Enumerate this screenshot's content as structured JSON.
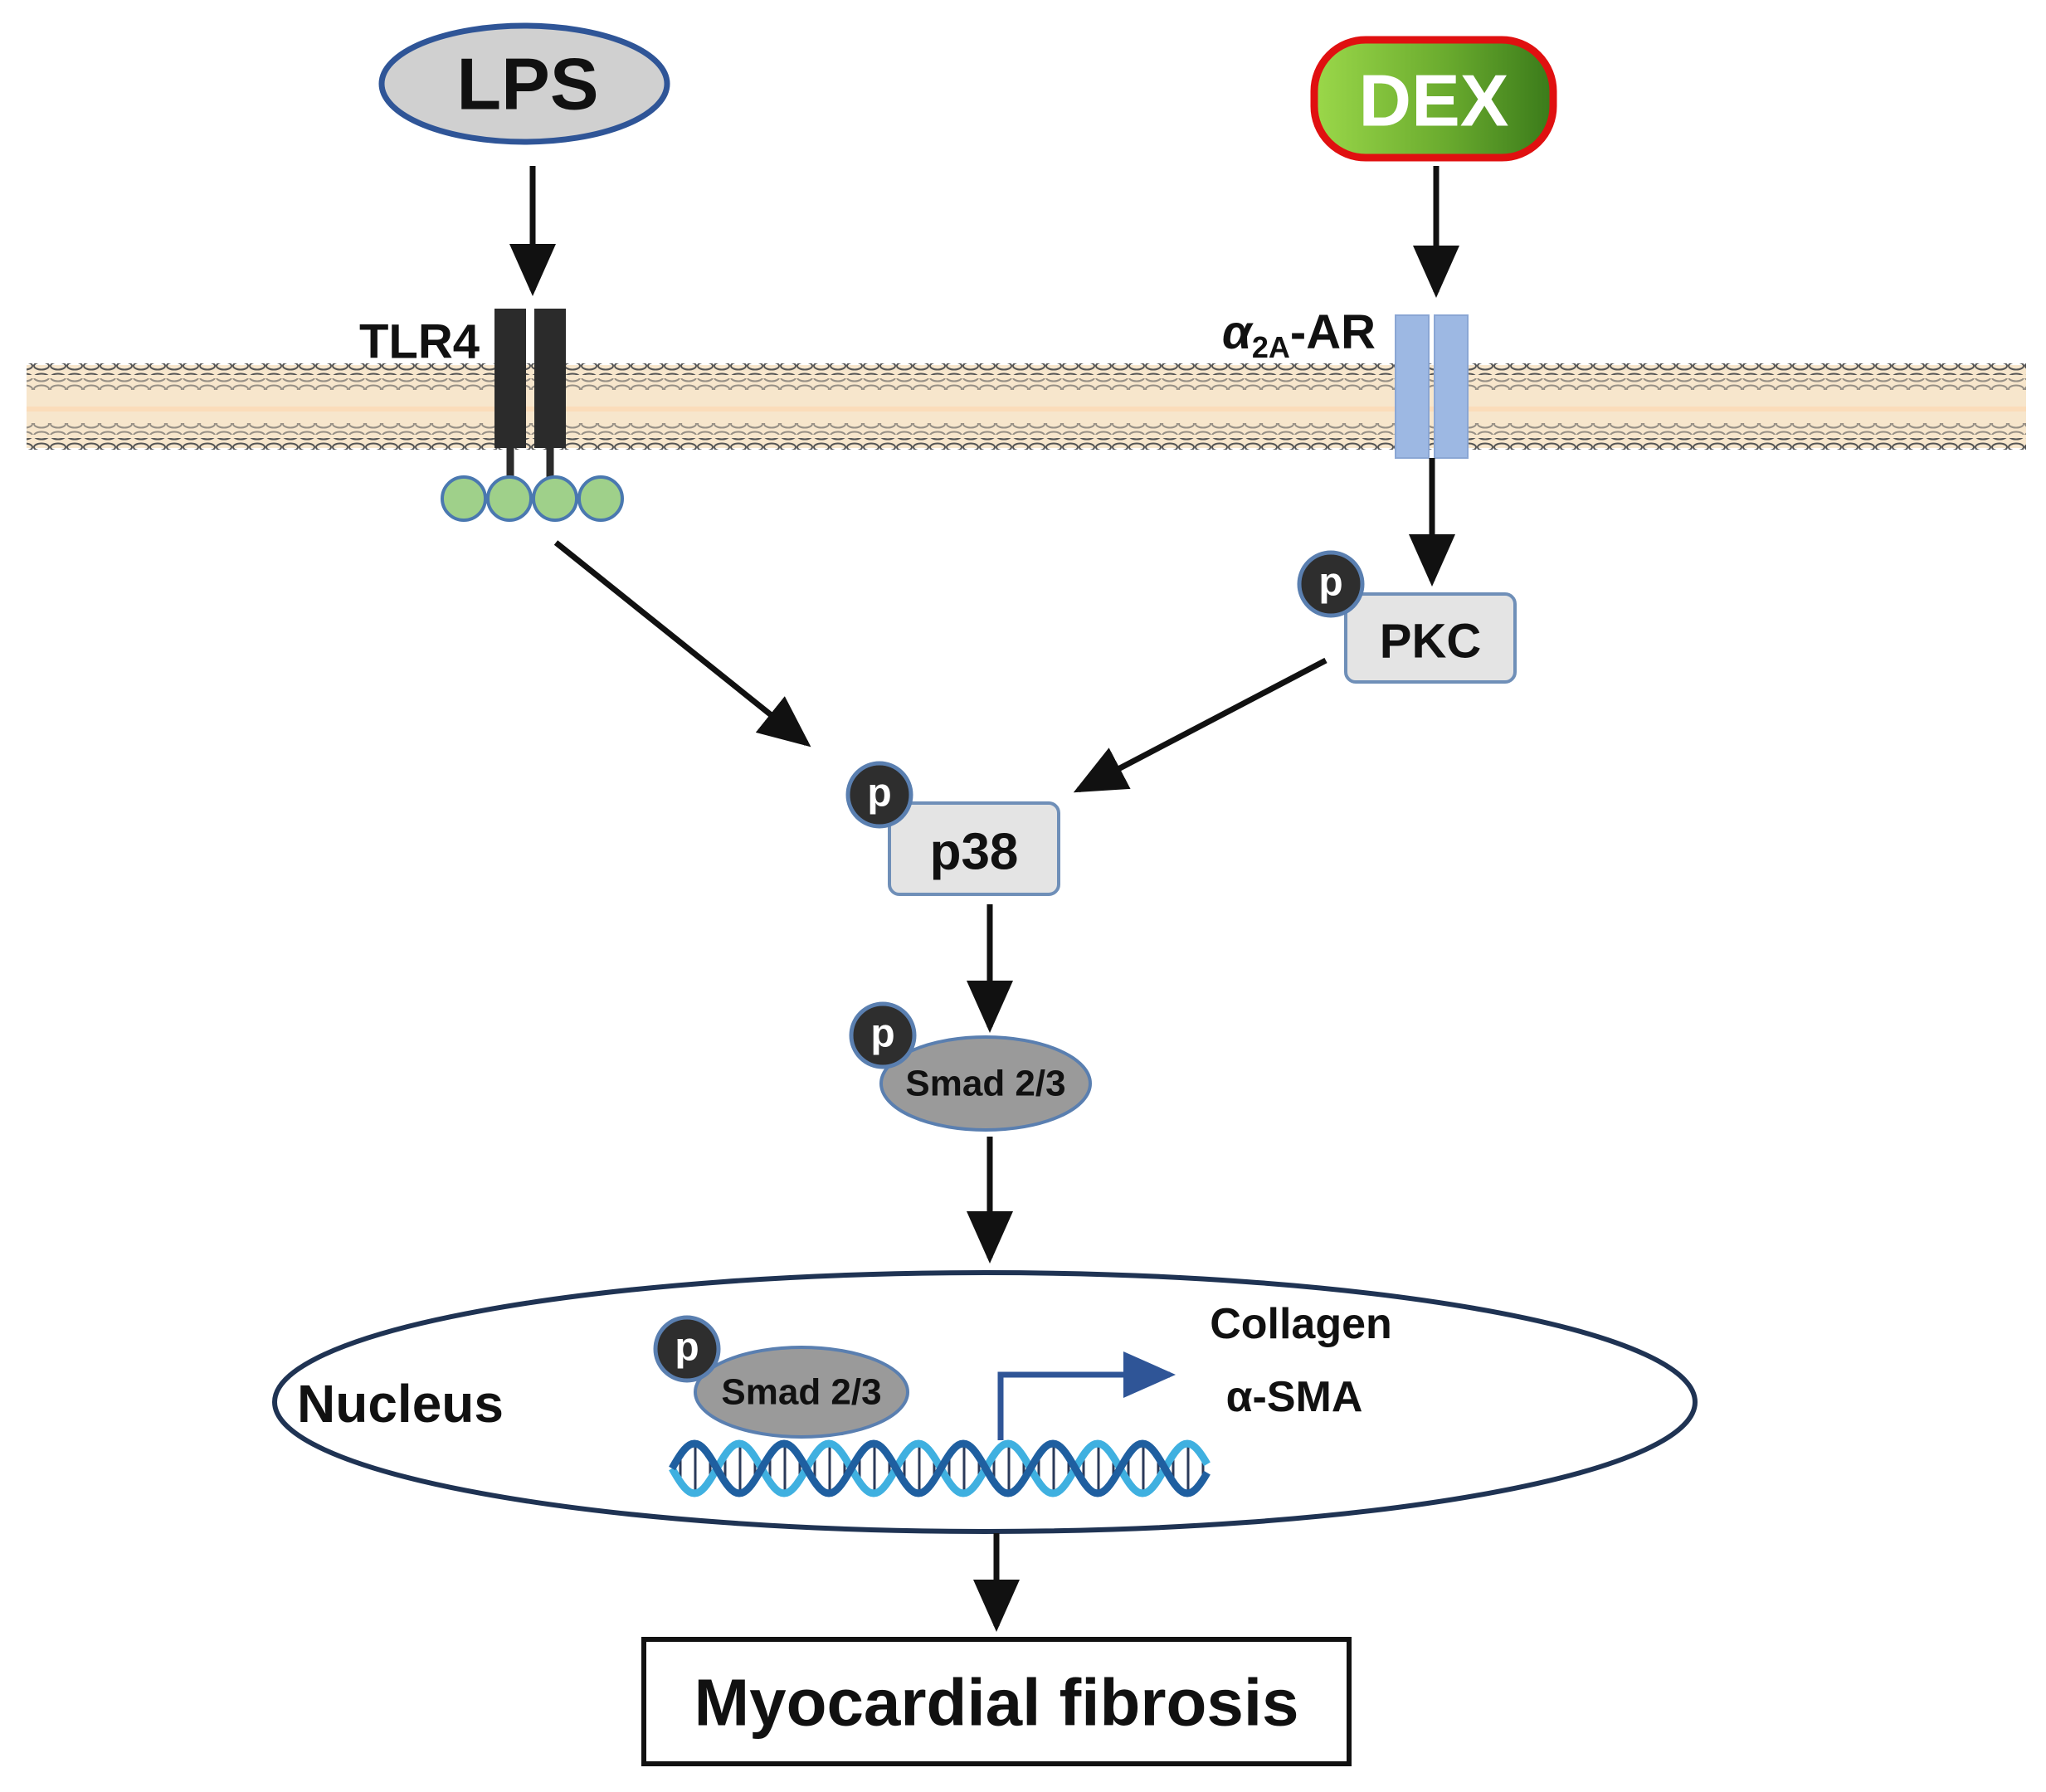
{
  "inputs": {
    "lps": {
      "label": "LPS"
    },
    "dex": {
      "label": "DEX"
    }
  },
  "receptors": {
    "tlr4": {
      "label": "TLR4"
    },
    "alpha2a": {
      "alpha": "α",
      "sub": "2A",
      "suffix": "-AR"
    }
  },
  "phospho_label": "p",
  "kinases": {
    "pkc": {
      "label": "PKC"
    },
    "p38": {
      "label": "p38"
    }
  },
  "smad": {
    "cytoplasmic": {
      "label": "Smad 2/3"
    },
    "nuclear": {
      "label": "Smad 2/3"
    }
  },
  "nucleus": {
    "label": "Nucleus",
    "gene_targets": [
      "Collagen",
      "α-SMA"
    ]
  },
  "outcome": {
    "label": "Myocardial fibrosis"
  },
  "colors": {
    "lps_fill": "#d0d0d0",
    "lps_stroke": "#2f5597",
    "dex_green_light": "#8fcf3c",
    "dex_green_dark": "#3f7f1e",
    "dex_stroke": "#e01010",
    "tlr4": "#2b2b2b",
    "adaptor": "#9fd08a",
    "adaptor_stroke": "#4a78b0",
    "alpha2a": "#9db8e3",
    "kinase_fill": "#e4e4e4",
    "kinase_stroke": "#6f8fb8",
    "smad_fill": "#9a9a9a",
    "dna_light": "#3fb0e0",
    "dna_dark": "#1f5fa0",
    "transcription_arrow": "#2f5597",
    "membrane": "#f6e4c8"
  }
}
